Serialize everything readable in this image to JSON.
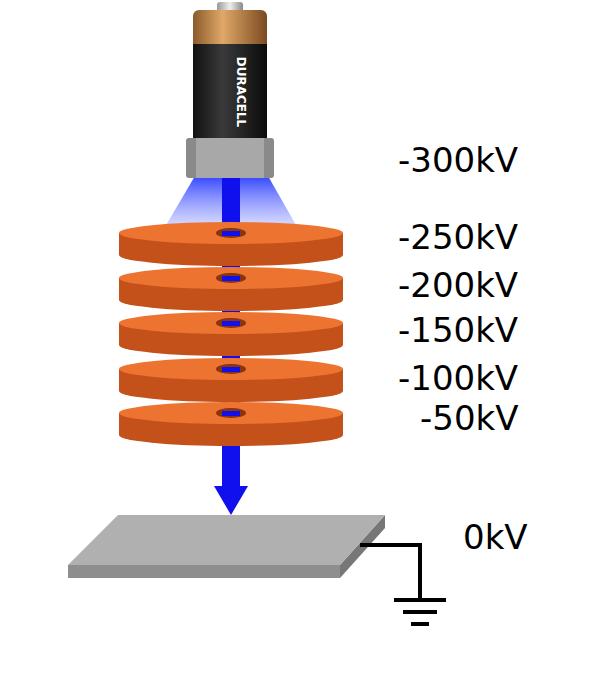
{
  "diagram": {
    "labels": [
      "-300kV",
      "-250kV",
      "-200kV",
      "-150kV",
      "-100kV",
      "-50kV",
      "0kV",
      "DURACELL"
    ]
  }
}
